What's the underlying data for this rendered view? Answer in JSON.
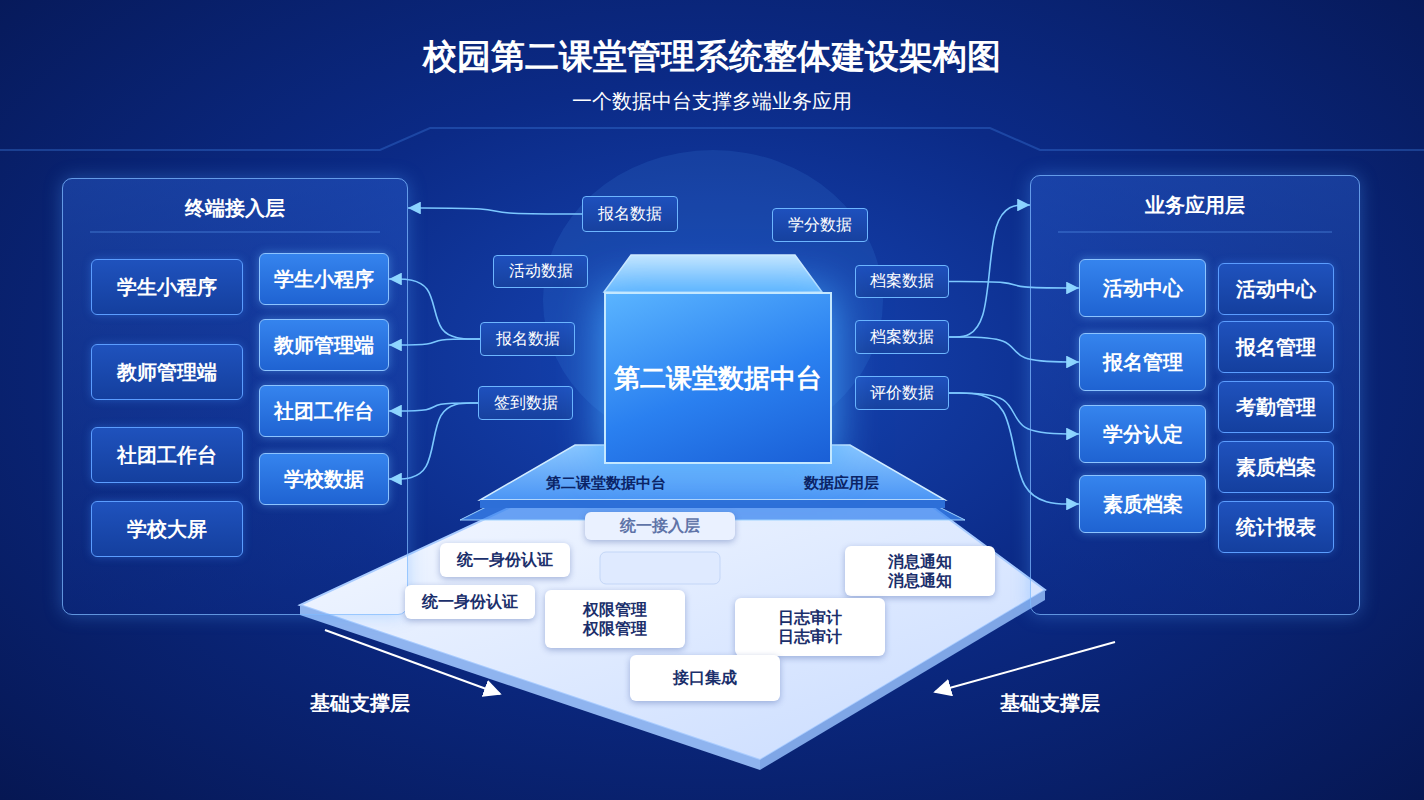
{
  "diagram": {
    "title": "校园第二课堂管理系统整体建设架构图",
    "nodes": [
      {
        "text": [
          "终端接入层"
        ]
      },
      {
        "text": [
          "学生小程序"
        ],
        "in": 0
      },
      {
        "text": [
          "学生小程序"
        ],
        "in": 0
      },
      {
        "text": [
          "教师管理端"
        ],
        "in": 0
      },
      {
        "text": [
          "教师管理端"
        ],
        "in": 0
      },
      {
        "text": [
          "社团工作台"
        ],
        "in": 0
      },
      {
        "text": [
          "社团工作台"
        ],
        "in": 0
      },
      {
        "text": [
          "学校大屏"
        ],
        "in": 0
      },
      {
        "text": [
          "学校数据"
        ],
        "in": 0
      },
      {
        "text": [
          "报名数据"
        ]
      },
      {
        "text": [
          "学分数据"
        ]
      },
      {
        "text": [
          "活动数据"
        ]
      },
      {
        "text": [
          "档案数据"
        ]
      },
      {
        "text": [
          "报名数据"
        ]
      },
      {
        "text": [
          "档案数据"
        ]
      },
      {
        "text": [
          "签到数据"
        ]
      },
      {
        "text": [
          "评价数据"
        ]
      },
      {
        "text": [
          "第二课堂数据中台"
        ]
      },
      {
        "text": [
          "第二课堂数据中台",
          "数据应用层"
        ]
      },
      {
        "text": [
          "业务应用层"
        ]
      },
      {
        "text": [
          "活动中心"
        ],
        "in": 19
      },
      {
        "text": [
          "活动中心"
        ],
        "in": 19
      },
      {
        "text": [
          "报名管理"
        ],
        "in": 19
      },
      {
        "text": [
          "报名管理"
        ],
        "in": 19
      },
      {
        "text": [
          "学分认定"
        ],
        "in": 19
      },
      {
        "text": [
          "考勤管理"
        ],
        "in": 19
      },
      {
        "text": [
          "素质档案"
        ],
        "in": 19
      },
      {
        "text": [
          "素质档案"
        ],
        "in": 19
      },
      {
        "text": [
          "统计报表"
        ],
        "in": 19
      },
      {
        "text": [
          "统一接入层"
        ]
      },
      {
        "text": [
          "统一身份认证"
        ]
      },
      {
        "text": [
          "消息通知",
          "消息通知"
        ]
      },
      {
        "text": [
          "统一身份认证"
        ]
      },
      {
        "text": [
          "权限管理",
          "权限管理"
        ]
      },
      {
        "text": [
          "日志审计",
          "日志审计"
        ]
      },
      {
        "text": [
          "接口集成"
        ]
      }
    ],
    "edges": [
      {
        "from": 9,
        "to": 0,
        "arrow": "to"
      },
      {
        "from": 13,
        "to": 2,
        "arrow": "to"
      },
      {
        "from": 13,
        "to": 4,
        "arrow": "to"
      },
      {
        "from": 15,
        "to": 6,
        "arrow": "to"
      },
      {
        "from": 15,
        "to": 8,
        "arrow": "to"
      },
      {
        "from": 12,
        "to": 20,
        "arrow": "to"
      },
      {
        "from": 14,
        "to": 19,
        "arrow": "to"
      },
      {
        "from": 14,
        "to": 22,
        "arrow": "to"
      },
      {
        "from": 16,
        "to": 24,
        "arrow": "to"
      },
      {
        "from": 16,
        "to": 26,
        "arrow": "to"
      }
    ],
    "labels": [
      "一个数据中台支撑多端业务应用",
      "基础支撑层",
      "基础支撑层"
    ]
  }
}
